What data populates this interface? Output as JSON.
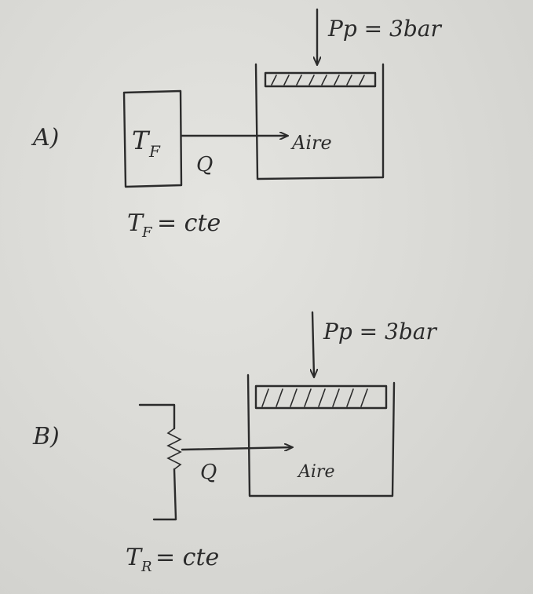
{
  "part_a": {
    "label": "A)",
    "source_label": "T_F",
    "source_label_main": "T",
    "source_label_sub": "F",
    "heat_label": "Q",
    "gas_label": "Aire",
    "pressure_label": "Pp = 3bar",
    "condition_label": "T_F = cte",
    "condition_main": "T",
    "condition_sub": "F",
    "condition_rest": "= cte"
  },
  "part_b": {
    "label": "B)",
    "heat_label": "Q",
    "gas_label": "Aire",
    "pressure_label": "Pp = 3bar",
    "condition_label": "T_R = cte",
    "condition_main": "T",
    "condition_sub": "R",
    "condition_rest": "= cte"
  }
}
